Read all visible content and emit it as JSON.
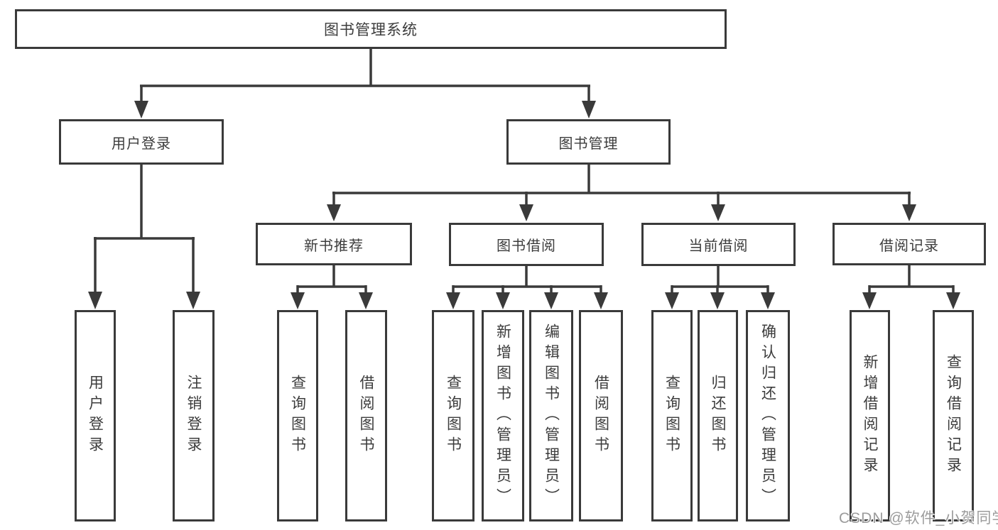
{
  "palette": {
    "line_color": "#3a3a3a",
    "text_color": "#3c3c3c",
    "background": "#ffffff",
    "watermark_color": "#9c9c9c"
  },
  "root": {
    "label": "图书管理系统"
  },
  "level2": [
    {
      "id": "user-login",
      "label": "用户登录"
    },
    {
      "id": "book-management",
      "label": "图书管理"
    }
  ],
  "level3": [
    {
      "id": "new-book-recommend",
      "label": "新书推荐"
    },
    {
      "id": "book-borrowing",
      "label": "图书借阅"
    },
    {
      "id": "current-borrowing",
      "label": "当前借阅"
    },
    {
      "id": "borrowing-records",
      "label": "借阅记录"
    }
  ],
  "leaves": [
    {
      "id": "user-login-leaf",
      "label": "用户登录"
    },
    {
      "id": "logout",
      "label": "注销登录"
    },
    {
      "id": "query-books-recommend",
      "label": "查询图书"
    },
    {
      "id": "borrow-books-recommend",
      "label": "借阅图书"
    },
    {
      "id": "query-books-borrowing",
      "label": "查询图书"
    },
    {
      "id": "add-books-admin",
      "label": "新增图书（管理员）"
    },
    {
      "id": "edit-books-admin",
      "label": "编辑图书（管理员）"
    },
    {
      "id": "borrow-books",
      "label": "借阅图书"
    },
    {
      "id": "query-books-current",
      "label": "查询图书"
    },
    {
      "id": "return-books",
      "label": "归还图书"
    },
    {
      "id": "confirm-return-admin",
      "label": "确认归还（管理员）"
    },
    {
      "id": "add-borrow-record",
      "label": "新增借阅记录"
    },
    {
      "id": "query-borrow-record",
      "label": "查询借阅记录"
    }
  ],
  "watermark": "CSDN @软件_小贺同学"
}
